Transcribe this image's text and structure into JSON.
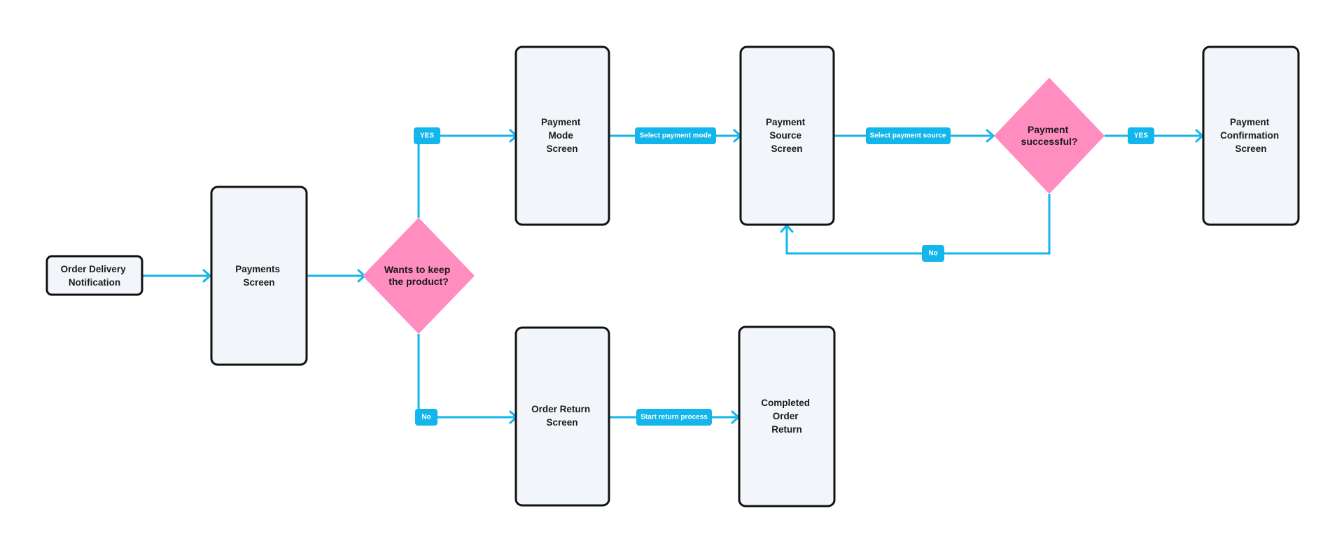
{
  "colors": {
    "edge": "#13b6ea",
    "label_bg": "#13b6ea",
    "decision_fill": "#ff8dc0",
    "node_fill": "#f2f5f9",
    "node_stroke": "#111111"
  },
  "nodes": {
    "order_delivery": [
      "Order Delivery",
      "Notification"
    ],
    "payments_screen": [
      "Payments",
      "Screen"
    ],
    "payment_mode": [
      "Payment",
      "Mode",
      "Screen"
    ],
    "payment_source": [
      "Payment",
      "Source",
      "Screen"
    ],
    "payment_confirmation": [
      "Payment",
      "Confirmation",
      "Screen"
    ],
    "order_return": [
      "Order Return",
      "Screen"
    ],
    "completed_return": [
      "Completed",
      "Order",
      "Return"
    ]
  },
  "decisions": {
    "keep_product": [
      "Wants to keep",
      "the product?"
    ],
    "payment_successful": [
      "Payment",
      "successful?"
    ]
  },
  "edge_labels": {
    "keep_yes": "YES",
    "keep_no": "No",
    "select_mode": "Select payment mode",
    "select_source": "Select payment source",
    "success_yes": "YES",
    "success_no": "No",
    "start_return": "Start return process"
  }
}
